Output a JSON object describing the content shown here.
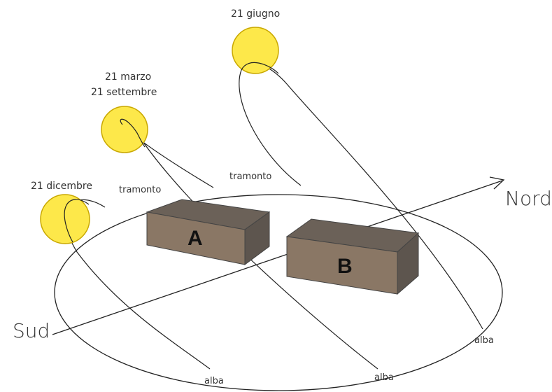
{
  "labels": {
    "june": "21 giugno",
    "march": "21 marzo",
    "september": "21 settembre",
    "december": "21 dicembre",
    "sunset_left": "tramonto",
    "sunset_top": "tramonto",
    "north": "Nord",
    "south": "Sud",
    "dawn_left": "alba",
    "dawn_middle": "alba",
    "dawn_right": "alba",
    "building_a": "A",
    "building_b": "B"
  },
  "colors": {
    "sun_fill": "#fde84a",
    "sun_stroke": "#c9a800",
    "building_front": "#8a7765",
    "building_top": "#6b6158",
    "building_side": "#5d554e",
    "line": "#222222"
  }
}
